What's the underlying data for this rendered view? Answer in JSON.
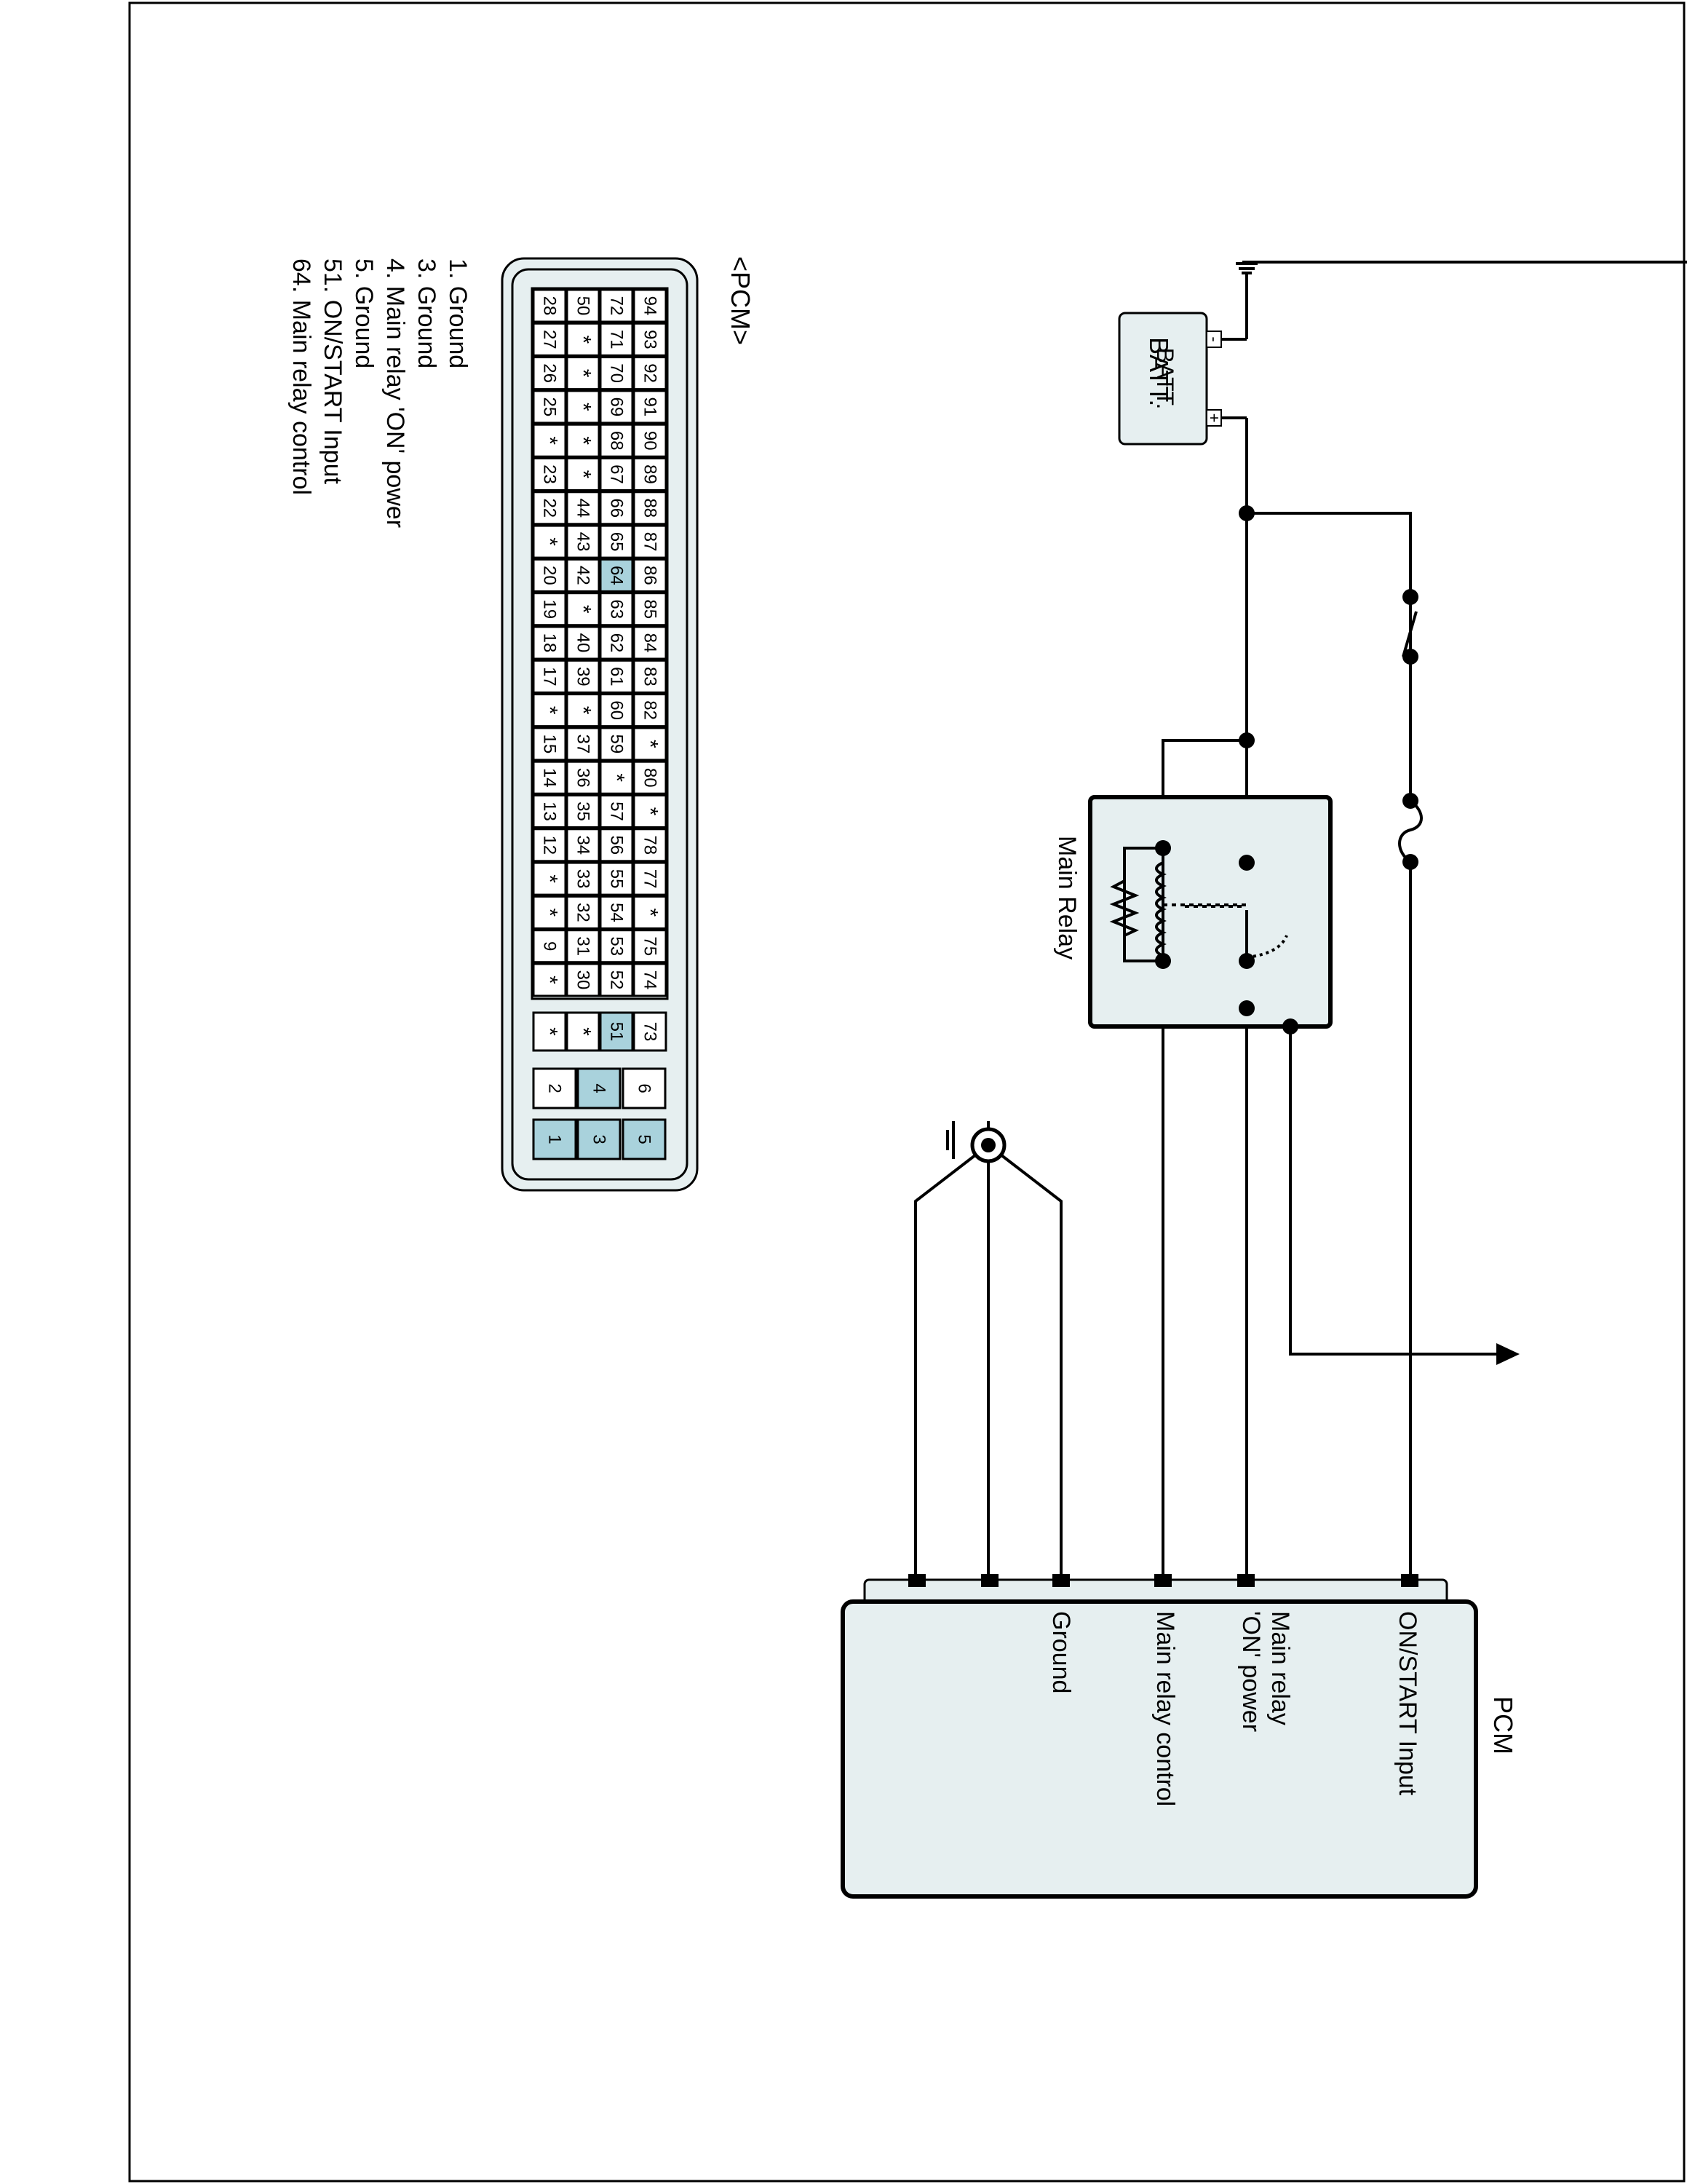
{
  "batt": {
    "label": "BATT.",
    "minus": "-",
    "plus": "+"
  },
  "relay": {
    "label": "Main Relay"
  },
  "pcm_box": {
    "title": "PCM",
    "terminals": [
      "ON/START Input",
      "Main relay 'ON' power",
      "Main relay control",
      "Ground"
    ]
  },
  "connector": {
    "title": "<PCM>",
    "rows": [
      [
        "94",
        "93",
        "92",
        "91",
        "90",
        "89",
        "88",
        "87",
        "86",
        "85",
        "84",
        "83",
        "82",
        "*",
        "80",
        "*",
        "78",
        "77",
        "*",
        "75",
        "74"
      ],
      [
        "72",
        "71",
        "70",
        "69",
        "68",
        "67",
        "66",
        "65",
        "64",
        "63",
        "62",
        "61",
        "60",
        "59",
        "*",
        "57",
        "56",
        "55",
        "54",
        "53",
        "52"
      ],
      [
        "50",
        "*",
        "*",
        "*",
        "*",
        "*",
        "44",
        "43",
        "42",
        "*",
        "40",
        "39",
        "*",
        "37",
        "36",
        "35",
        "34",
        "33",
        "32",
        "31",
        "30"
      ],
      [
        "28",
        "27",
        "26",
        "25",
        "*",
        "23",
        "22",
        "*",
        "20",
        "19",
        "18",
        "17",
        "*",
        "15",
        "14",
        "13",
        "12",
        "*",
        "*",
        "9",
        "*"
      ]
    ],
    "small_block": [
      "73",
      "51",
      "*",
      "*"
    ],
    "bottom_block": [
      [
        "6",
        "5"
      ],
      [
        "4",
        "3"
      ],
      [
        "2",
        "1"
      ]
    ],
    "highlighted": [
      "64",
      "51",
      "4",
      "3",
      "5",
      "1"
    ]
  },
  "legend": [
    "1. Ground",
    "3. Ground",
    "4. Main relay 'ON' power",
    "5. Ground",
    "51. ON/START Input",
    "64. Main relay control"
  ]
}
